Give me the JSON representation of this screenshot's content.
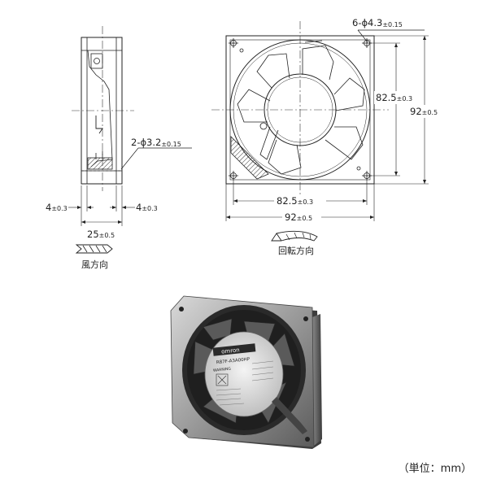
{
  "drawing": {
    "side_view": {
      "hole_note": {
        "prefix": "2-ϕ3.2",
        "tol": "±0.15"
      },
      "dim_left": {
        "value": "4",
        "tol": "±0.3"
      },
      "dim_right": {
        "value": "4",
        "tol": "±0.3"
      },
      "dim_depth": {
        "value": "25",
        "tol": "±0.5"
      },
      "airflow_label": "風方向"
    },
    "front_view": {
      "hole_note": {
        "prefix": "6-ϕ4.3",
        "tol": "±0.15"
      },
      "dim_pitch_v": {
        "value": "82.5",
        "tol": "±0.3"
      },
      "dim_outer_v": {
        "value": "92",
        "tol": "±0.5"
      },
      "dim_pitch_h": {
        "value": "82.5",
        "tol": "±0.3"
      },
      "dim_outer_h": {
        "value": "92",
        "tol": "±0.5"
      },
      "rotation_label": "回転方向"
    }
  },
  "photo": {
    "label_text": {
      "brand": "omron",
      "model": "R87F-A3A00HP",
      "warning": "WARNING"
    }
  },
  "unit_note": "（単位：mm）"
}
